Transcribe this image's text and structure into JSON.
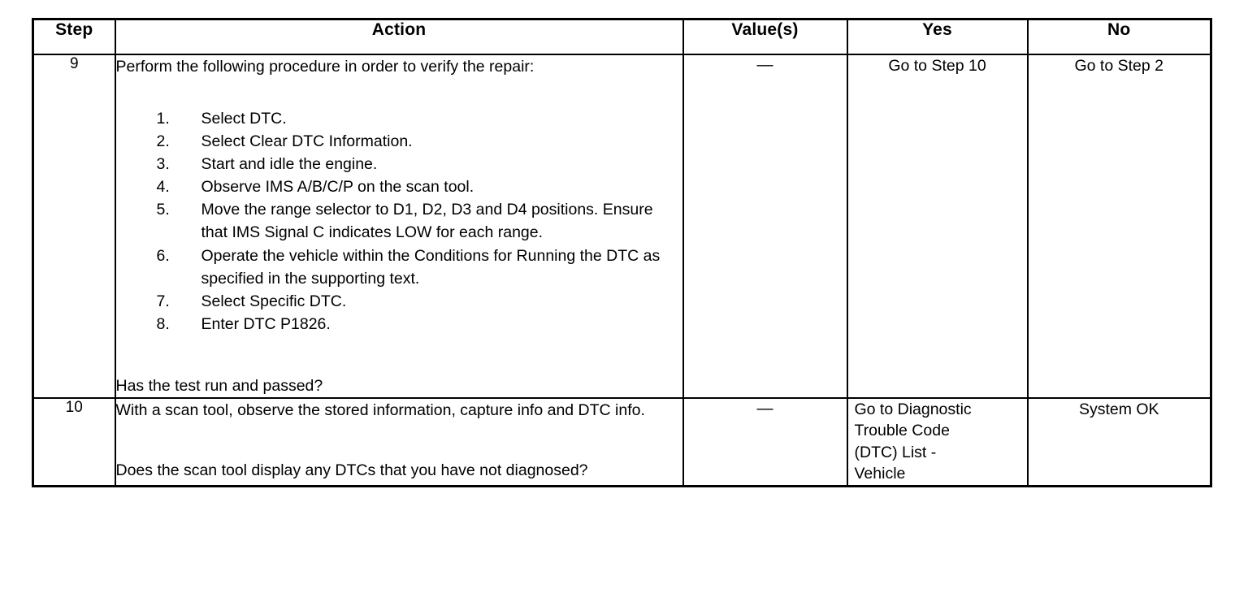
{
  "table": {
    "headers": {
      "step": "Step",
      "action": "Action",
      "value": "Value(s)",
      "yes": "Yes",
      "no": "No"
    },
    "rows": [
      {
        "step": "9",
        "action_intro": "Perform the following procedure in order to verify the repair:",
        "action_items": [
          {
            "num": "1.",
            "text": "Select DTC."
          },
          {
            "num": "2.",
            "text": "Select Clear DTC Information."
          },
          {
            "num": "3.",
            "text": "Start and idle the engine."
          },
          {
            "num": "4.",
            "text": "Observe IMS A/B/C/P on the scan tool."
          },
          {
            "num": "5.",
            "text": "Move the range selector to D1, D2, D3 and D4 positions. Ensure that IMS Signal C indicates LOW for each range."
          },
          {
            "num": "6.",
            "text": "Operate the vehicle within the Conditions for Running the DTC as specified in the supporting text."
          },
          {
            "num": "7.",
            "text": "Select Specific DTC."
          },
          {
            "num": "8.",
            "text": "Enter DTC P1826."
          }
        ],
        "action_question": "Has the test run and passed?",
        "value": "—",
        "yes": "Go to Step 10",
        "no": "Go to Step 2"
      },
      {
        "step": "10",
        "action_statement": "With a scan tool, observe the stored information, capture info and DTC info.",
        "action_question": "Does the scan tool display any DTCs that you have not diagnosed?",
        "value": "—",
        "yes_lines": [
          "Go to Diagnostic",
          "Trouble Code",
          "(DTC) List -",
          "Vehicle"
        ],
        "no": "System OK"
      }
    ]
  }
}
